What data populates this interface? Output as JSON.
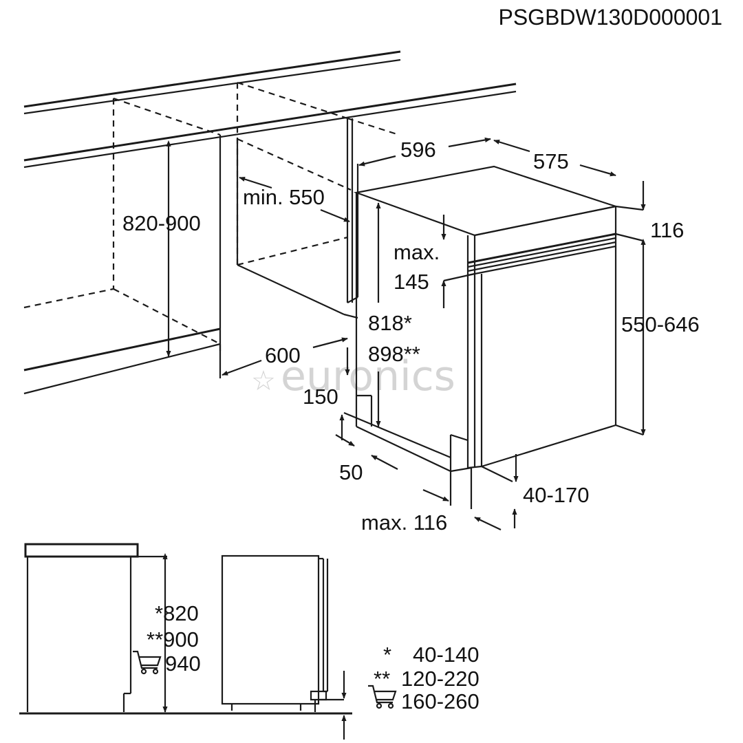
{
  "code": "PSGBDW130D000001",
  "watermark": "euronics",
  "dimensions": {
    "niche_height": "820-900",
    "min_depth": "min. 550",
    "niche_width": "600",
    "width": "596",
    "depth": "575",
    "top_116": "116",
    "max_label": "max.",
    "max_145": "145",
    "height_818": "818*",
    "height_898": "898**",
    "door_550_646": "550-646",
    "d150": "150",
    "d50": "50",
    "d40_170": "40-170",
    "max_116": "max. 116"
  },
  "side_view": {
    "h820": "*820",
    "h900": "**900",
    "h940": "940",
    "r1_mark": "*",
    "r1_val": "40-140",
    "r2_mark": "**",
    "r2_val": "120-220",
    "r3_val": "160-260"
  },
  "icons": {
    "cart_icon_1": "shopping-cart-icon",
    "cart_icon_2": "shopping-cart-icon"
  }
}
